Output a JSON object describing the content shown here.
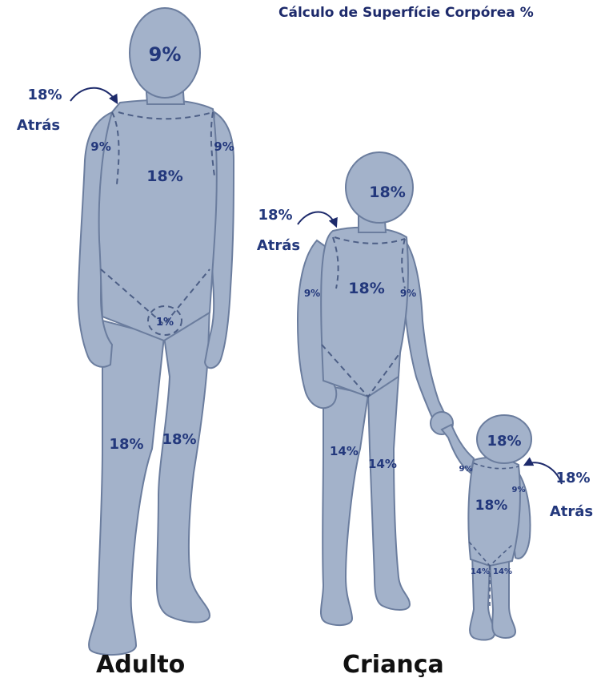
{
  "title": "Cálculo de Superfície Corpórea %",
  "colors": {
    "body_fill": "#a3b2ca",
    "outline": "#6b7d9e",
    "label": "#23387c",
    "dashed": "#4d5f86"
  },
  "figures": {
    "adult": {
      "caption": "Adulto",
      "back_note": {
        "percent": "18%",
        "label": "Atrás"
      },
      "regions": {
        "head": "9%",
        "left_arm": "9%",
        "right_arm": "9%",
        "trunk": "18%",
        "genitals": "1%",
        "left_leg": "18%",
        "right_leg": "18%"
      }
    },
    "child": {
      "caption": "Criança",
      "back_note": {
        "percent": "18%",
        "label": "Atrás"
      },
      "regions": {
        "head": "18%",
        "left_arm": "9%",
        "right_arm": "9%",
        "trunk": "18%",
        "left_leg": "14%",
        "right_leg": "14%"
      }
    },
    "infant": {
      "back_note": {
        "percent": "18%",
        "label": "Atrás"
      },
      "regions": {
        "head": "18%",
        "left_arm": "9%",
        "right_arm": "9%",
        "trunk": "18%",
        "left_leg": "14%",
        "right_leg": "14%"
      }
    }
  }
}
